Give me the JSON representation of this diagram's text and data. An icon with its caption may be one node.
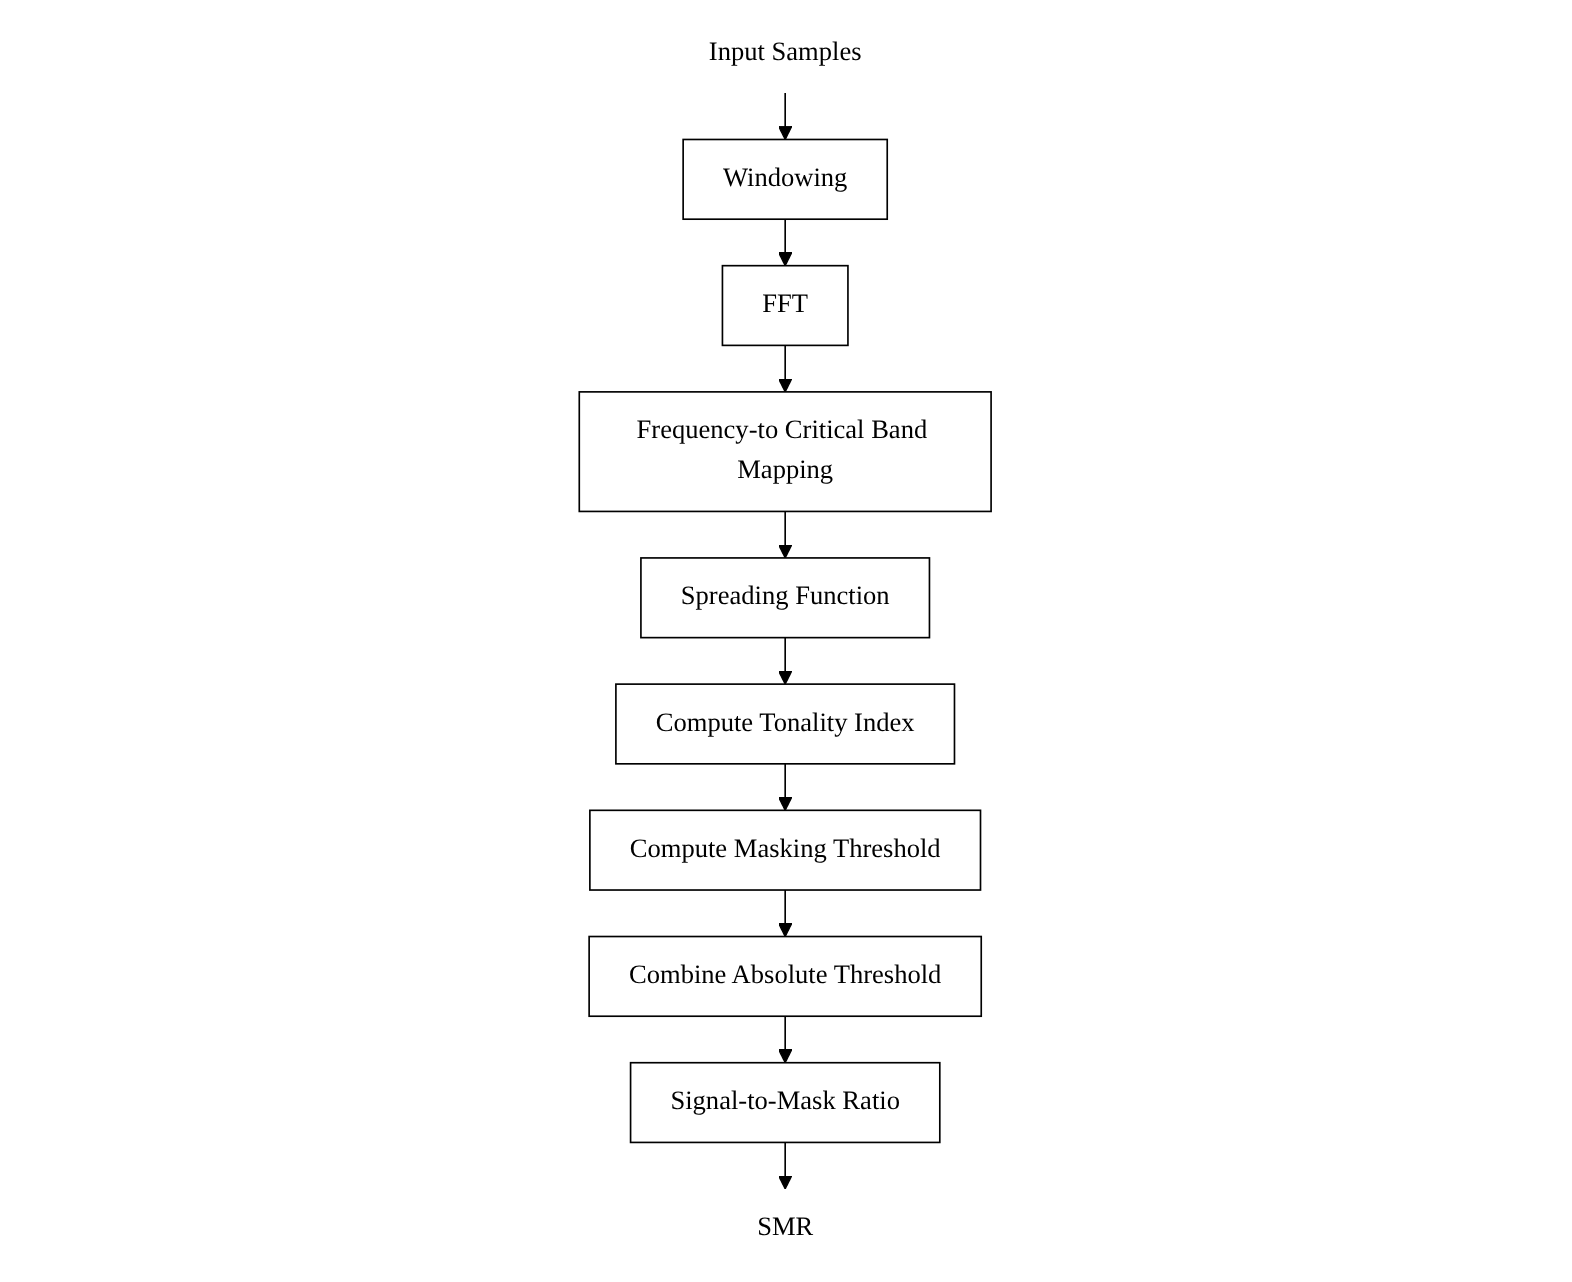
{
  "diagram": {
    "nodes": [
      {
        "text": [
          "Input Samples"
        ]
      },
      {
        "text": [
          "Windowing"
        ]
      },
      {
        "text": [
          "FFT"
        ]
      },
      {
        "text": [
          "Frequency-to Critical Band Mapping"
        ]
      },
      {
        "text": [
          "Spreading Function"
        ]
      },
      {
        "text": [
          "Compute Tonality Index"
        ]
      },
      {
        "text": [
          "Compute Masking Threshold"
        ]
      },
      {
        "text": [
          "Combine Absolute Threshold"
        ]
      },
      {
        "text": [
          "Signal-to-Mask Ratio"
        ]
      },
      {
        "text": [
          "SMR"
        ]
      }
    ],
    "edges": [
      {
        "from": 0,
        "to": 1,
        "arrow": "to"
      },
      {
        "from": 1,
        "to": 2,
        "arrow": "to"
      },
      {
        "from": 2,
        "to": 3,
        "arrow": "to"
      },
      {
        "from": 3,
        "to": 4,
        "arrow": "to"
      },
      {
        "from": 4,
        "to": 5,
        "arrow": "to"
      },
      {
        "from": 5,
        "to": 6,
        "arrow": "to"
      },
      {
        "from": 6,
        "to": 7,
        "arrow": "to"
      },
      {
        "from": 7,
        "to": 8,
        "arrow": "to"
      },
      {
        "from": 8,
        "to": 9,
        "arrow": "to"
      }
    ]
  }
}
